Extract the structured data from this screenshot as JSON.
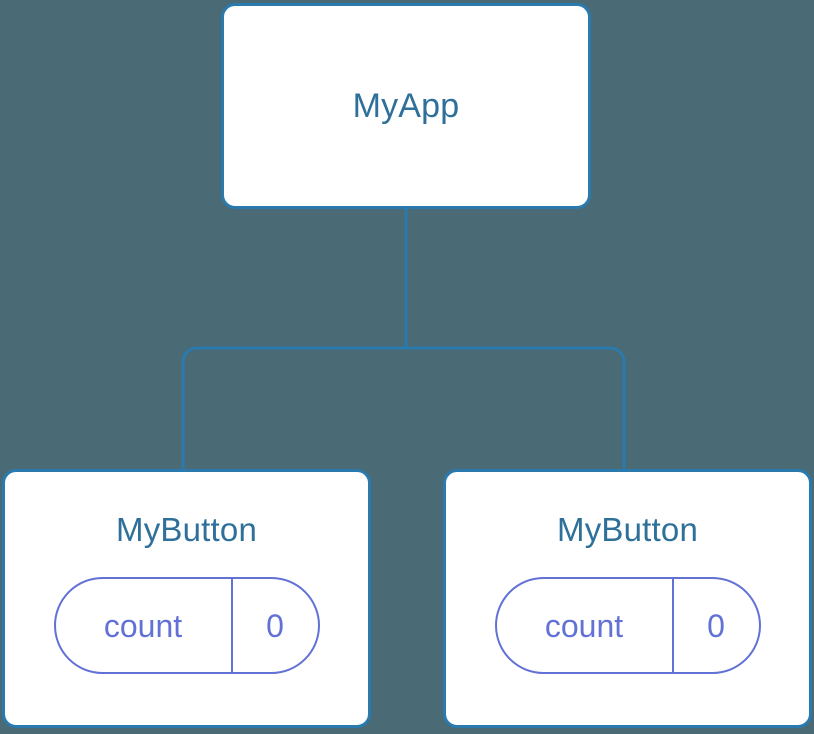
{
  "diagram": {
    "type": "component-tree",
    "background_color": "#4a6a75",
    "edge_color": "#2a7aae",
    "node_border_color": "#2a7aae",
    "node_fill_color": "#ffffff",
    "node_title_color": "#2e7099",
    "prop_color": "#6271d6"
  },
  "root": {
    "title": "MyApp"
  },
  "children": [
    {
      "title": "MyButton",
      "prop": {
        "key": "count",
        "value": "0"
      }
    },
    {
      "title": "MyButton",
      "prop": {
        "key": "count",
        "value": "0"
      }
    }
  ]
}
